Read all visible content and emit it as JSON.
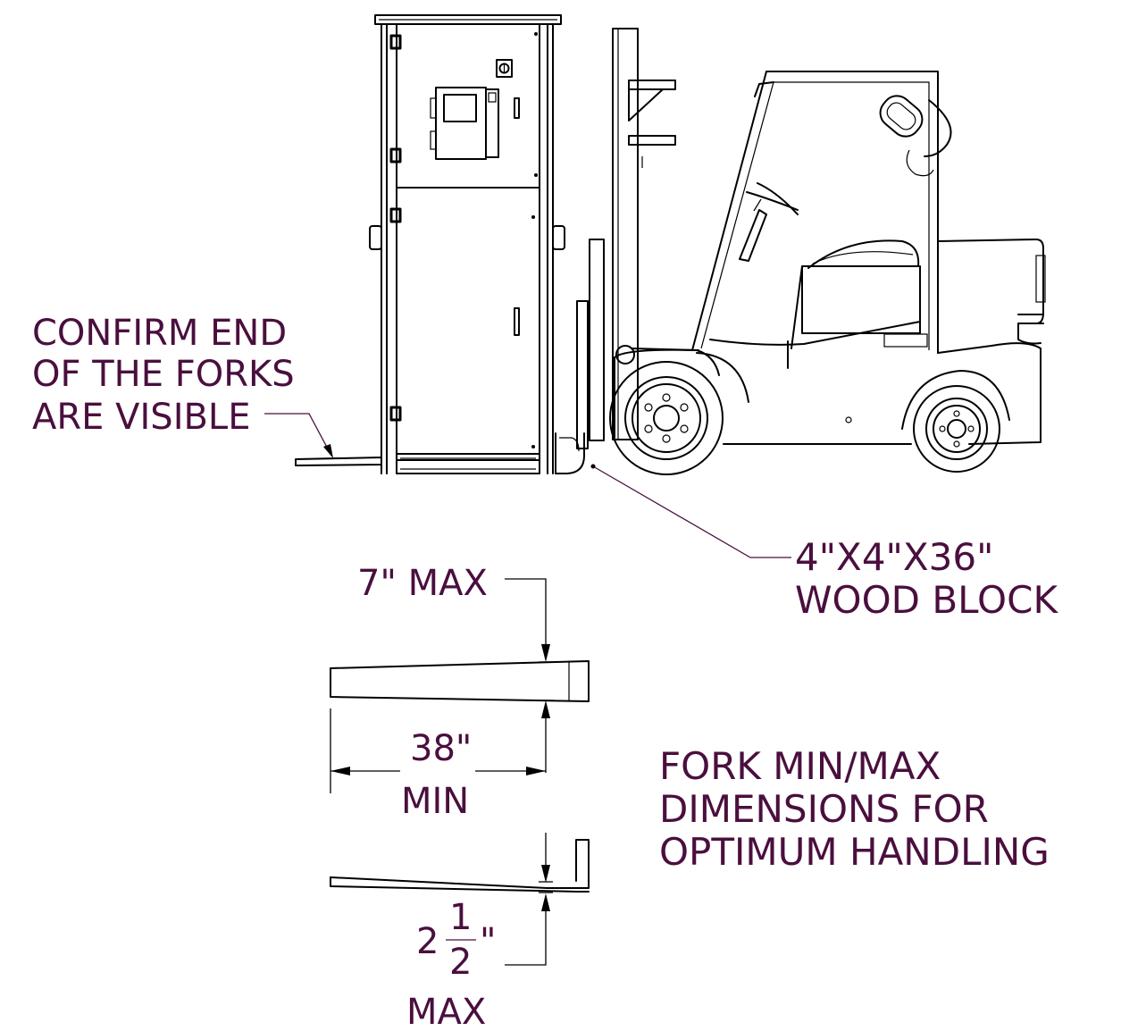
{
  "notes": {
    "confirm_forks": [
      "CONFIRM END",
      "OF THE FORKS",
      "ARE VISIBLE"
    ],
    "wood_block": [
      "4\"X4\"X36\"",
      "WOOD BLOCK"
    ],
    "fork_dimensions": [
      "FORK MIN/MAX",
      "DIMENSIONS FOR",
      "OPTIMUM HANDLING"
    ]
  },
  "dimensions": {
    "fork_tip_max": "7\" MAX",
    "fork_length_value": "38\"",
    "fork_length_qualifier": "MIN",
    "fork_thickness_whole": "2",
    "fork_thickness_numerator": "1",
    "fork_thickness_denominator": "2",
    "fork_thickness_unit": "\"",
    "fork_thickness_qualifier": "MAX"
  },
  "colors": {
    "annotation_text": "#4a0f3e",
    "linework": "#000000"
  }
}
